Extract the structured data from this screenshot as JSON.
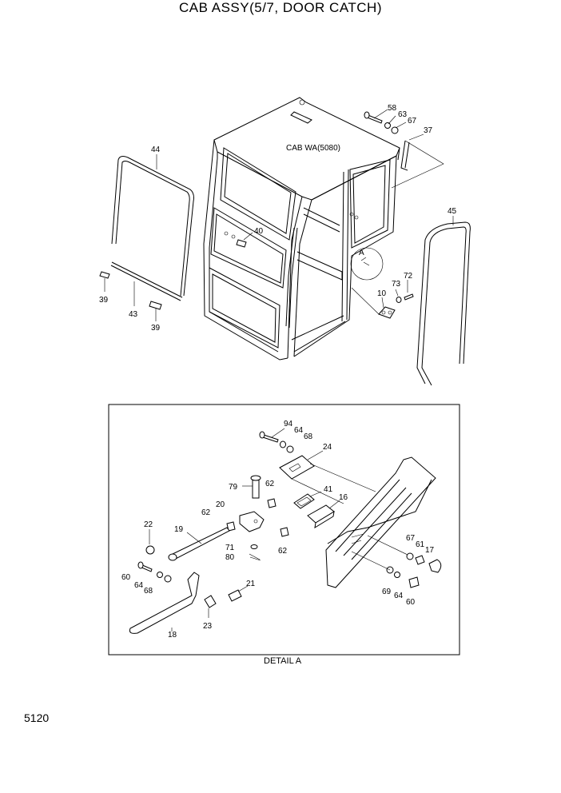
{
  "title": "CAB ASSY(5/7, DOOR CATCH)",
  "page_number": "5120",
  "cab_label": "CAB WA(5080)",
  "detail_marker": "A",
  "detail_caption": "DETAIL A",
  "upper_callouts": {
    "c58": "58",
    "c63": "63",
    "c67": "67",
    "c37": "37",
    "c44": "44",
    "c45": "45",
    "c40": "40",
    "c39a": "39",
    "c39b": "39",
    "c43": "43",
    "c10": "10",
    "c73": "73",
    "c72": "72"
  },
  "detail_callouts": {
    "c94": "94",
    "c64a": "64",
    "c68a": "68",
    "c24": "24",
    "c79": "79",
    "c62a": "62",
    "c41": "41",
    "c16": "16",
    "c20": "20",
    "c62b": "62",
    "c22": "22",
    "c19": "19",
    "c62c": "62",
    "c71": "71",
    "c80": "80",
    "c67": "67",
    "c61": "61",
    "c17": "17",
    "c60a": "60",
    "c64b": "64",
    "c68b": "68",
    "c21": "21",
    "c69": "69",
    "c64c": "64",
    "c60b": "60",
    "c23": "23",
    "c18": "18"
  }
}
